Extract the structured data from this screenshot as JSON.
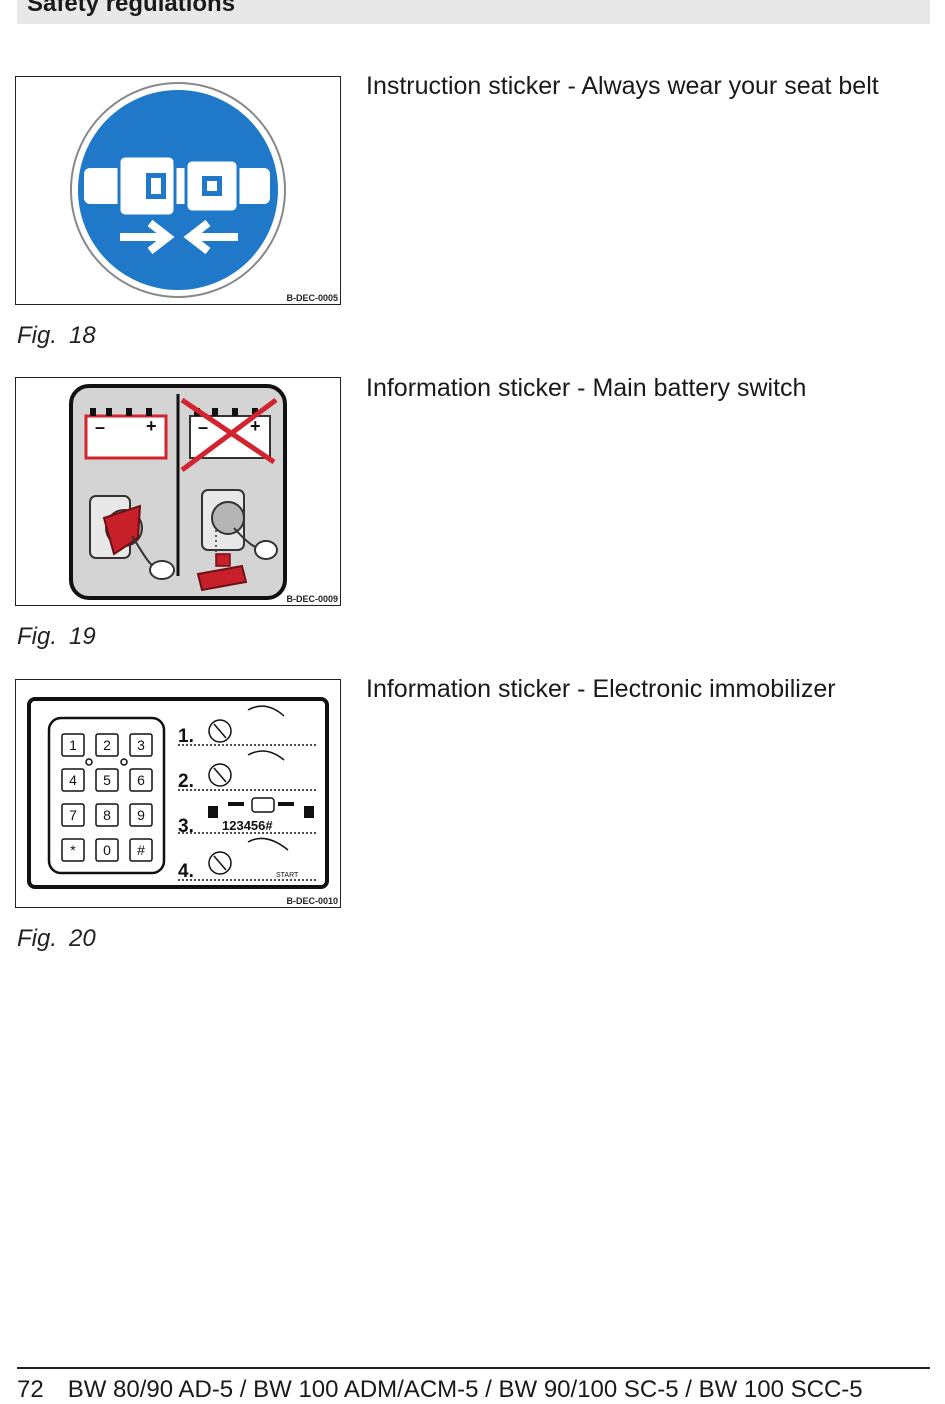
{
  "header": {
    "title": "Safety regulations"
  },
  "figures": [
    {
      "code": "B-DEC-0005",
      "label": "Fig.",
      "number": "18",
      "caption": "Instruction sticker - Always wear your seat belt"
    },
    {
      "code": "B-DEC-0009",
      "label": "Fig.",
      "number": "19",
      "caption": "Information sticker - Main battery switch"
    },
    {
      "code": "B-DEC-0010",
      "label": "Fig.",
      "number": "20",
      "caption": "Information sticker - Electronic immobilizer",
      "keypad": [
        "1",
        "2",
        "3",
        "4",
        "5",
        "6",
        "7",
        "8",
        "9",
        "*",
        "0",
        "#"
      ],
      "steps": [
        "1.",
        "2.",
        "3.",
        "4."
      ],
      "code_text": "123456#",
      "start_label": "START"
    }
  ],
  "footer": {
    "page_number": "72",
    "models": "BW 80/90 AD-5 / BW 100 ADM/ACM-5 / BW 90/100 SC-5 / BW 100 SCC-5"
  },
  "colors": {
    "sign_blue": "#1f78c8",
    "warning_red": "#d3232e",
    "sticker_gray": "#d4d4d4"
  }
}
